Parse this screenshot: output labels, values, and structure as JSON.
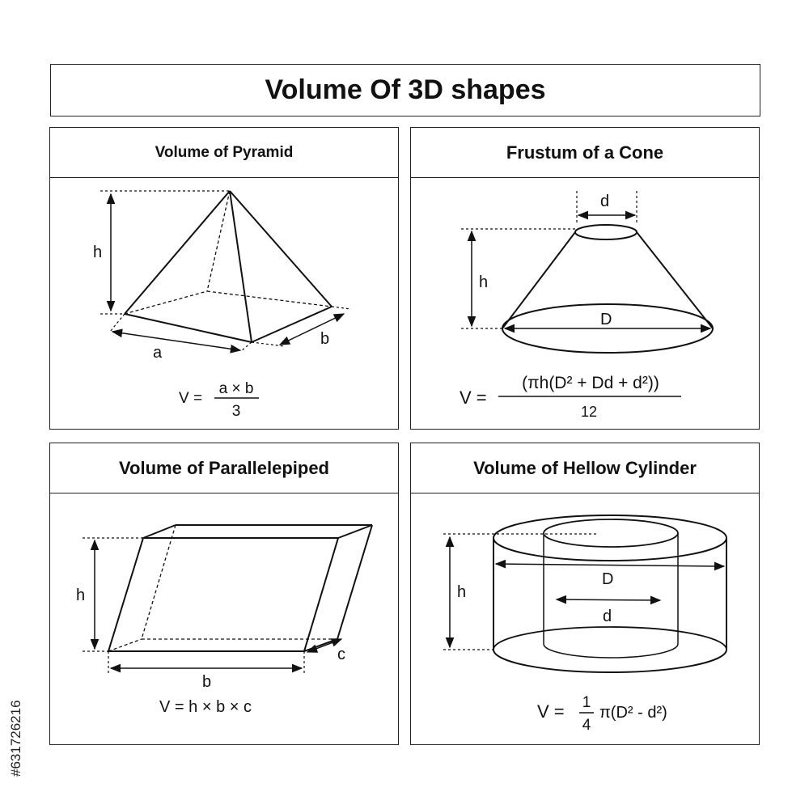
{
  "title": "Volume Of  3D shapes",
  "panels": {
    "pyramid": {
      "heading": "Volume of Pyramid",
      "labels": {
        "h": "h",
        "a": "a",
        "b": "b"
      },
      "formula": {
        "lhs": "V =",
        "numerator": "a × b",
        "denominator": "3"
      }
    },
    "cone": {
      "heading": "Frustum of a Cone",
      "labels": {
        "d": "d",
        "h": "h",
        "D": "D"
      },
      "formula": {
        "lhs": "V =",
        "numerator": "(πh(D² + Dd + d²))",
        "denominator": "12"
      }
    },
    "parallelepiped": {
      "heading": "Volume of Parallelepiped",
      "labels": {
        "h": "h",
        "b": "b",
        "c": "c"
      },
      "formula": {
        "text": "V = h × b × c"
      }
    },
    "cylinder": {
      "heading": "Volume of Hellow Cylinder",
      "labels": {
        "h": "h",
        "D": "D",
        "d": "d"
      },
      "formula": {
        "lhs": "V =",
        "numerator": "1",
        "denominator": "4",
        "rest": "π(D² - d²)"
      }
    }
  },
  "stock_id": "#631726216"
}
